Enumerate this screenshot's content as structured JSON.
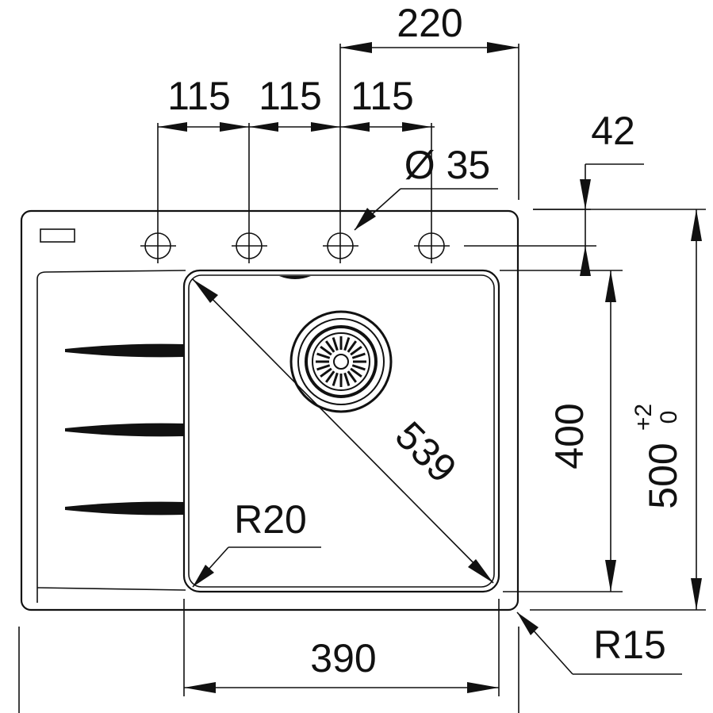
{
  "drawing": {
    "dimensions": {
      "top_width": "220",
      "hole_spacing_1": "115",
      "hole_spacing_2": "115",
      "hole_spacing_3": "115",
      "tap_hole": "Ø 35",
      "edge_offset": "42",
      "bowl_diagonal": "539",
      "bowl_depth": "400",
      "overall_depth": "500",
      "overall_depth_tol_upper": "+2",
      "overall_depth_tol_lower": "0",
      "inner_radius": "R20",
      "bowl_width": "390",
      "outer_radius": "R15"
    }
  }
}
